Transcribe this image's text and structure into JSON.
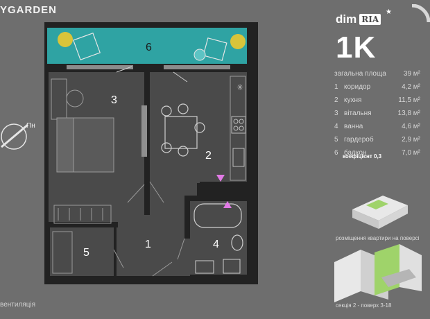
{
  "brand": "YGARDEN",
  "logo": {
    "dim": "dim",
    "ria": "RIA",
    "star": "★"
  },
  "unit_type": "1K",
  "summary": {
    "total": {
      "label": "загальна площа",
      "value": "39 м²"
    },
    "rooms": [
      {
        "num": "1",
        "label": "коридор",
        "value": "4,2 м²"
      },
      {
        "num": "2",
        "label": "кухня",
        "value": "11,5 м²"
      },
      {
        "num": "3",
        "label": "вітальня",
        "value": "13,8 м²"
      },
      {
        "num": "4",
        "label": "ванна",
        "value": "4,6 м²"
      },
      {
        "num": "5",
        "label": "гардероб",
        "value": "2,9 м²"
      },
      {
        "num": "6",
        "label": "балкон",
        "value": "7,0 м²"
      }
    ],
    "coefficient": "коефіцієнт 0,3"
  },
  "compass": {
    "label": "Пн"
  },
  "plan_labels": {
    "r1": "1",
    "r2": "2",
    "r3": "3",
    "r4": "4",
    "r5": "5",
    "r6": "6"
  },
  "captions": {
    "floor_location": "розміщення квартири на поверсі",
    "section": "секція 2 - поверх 3-18"
  },
  "vent": "вентиляція",
  "colors": {
    "background": "#6e6e6e",
    "balcony": "#2fa3a3",
    "walls": "#222222",
    "floor": "#4a4a4a",
    "accent_pink": "#e27ae6",
    "accent_yellow": "#d9c43a",
    "section_green": "#9fd36a"
  }
}
